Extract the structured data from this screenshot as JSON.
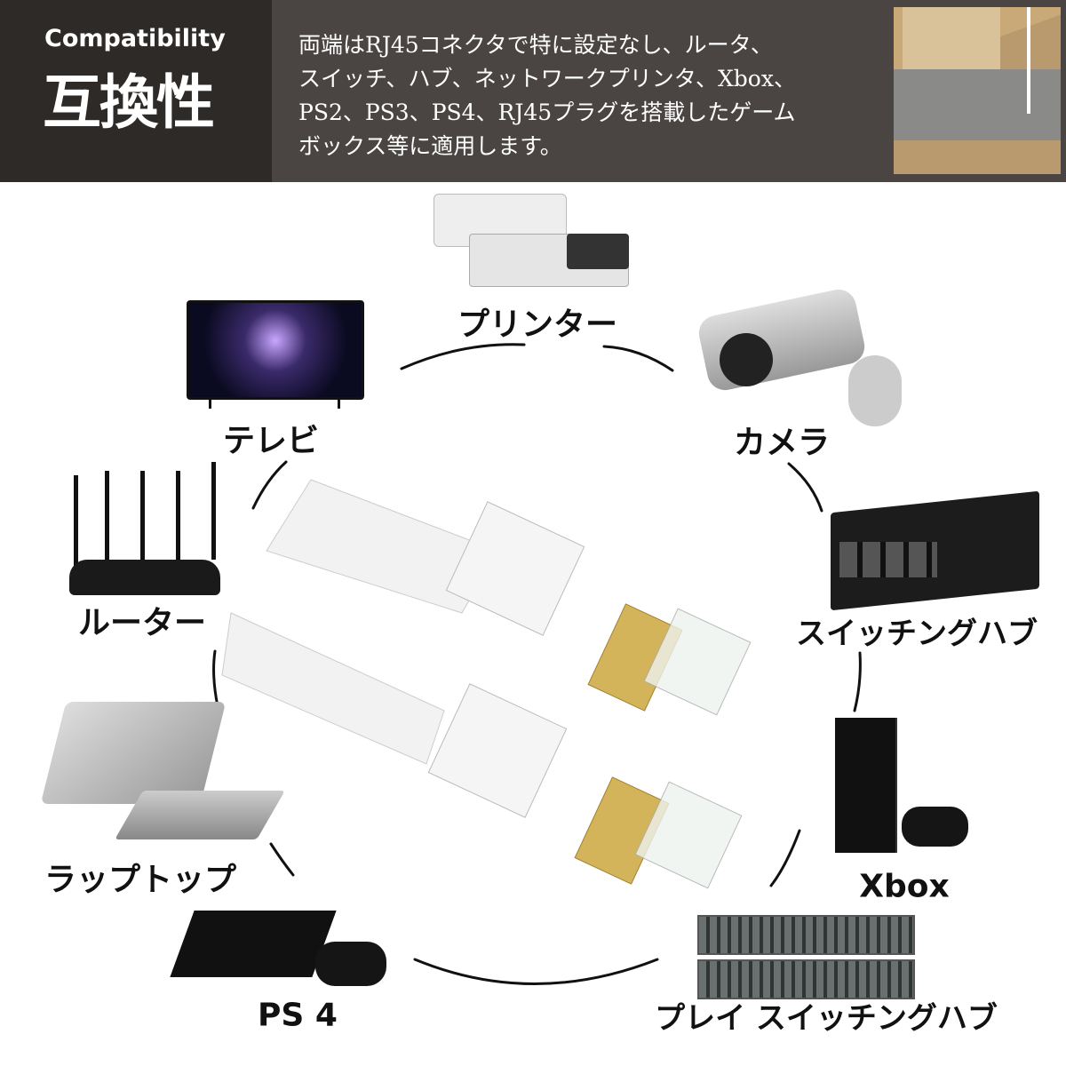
{
  "header": {
    "title_en": "Compatibility",
    "title_jp": "互換性",
    "description": "両端はRJ45コネクタで特に設定なし、ルータ、\nスイッチ、ハブ、ネットワークプリンタ、Xbox、\nPS2、PS3、PS4、RJ45プラグを搭載したゲーム\nボックス等に適用します。"
  },
  "devices": {
    "printer": "プリンター",
    "tv": "テレビ",
    "camera": "カメラ",
    "router": "ルーター",
    "switching_hub": "スイッチングハブ",
    "xbox": "Xbox",
    "laptop": "ラップトップ",
    "ps4": "PS 4",
    "play_switching_hub": "プレイ スイッチングハブ"
  }
}
